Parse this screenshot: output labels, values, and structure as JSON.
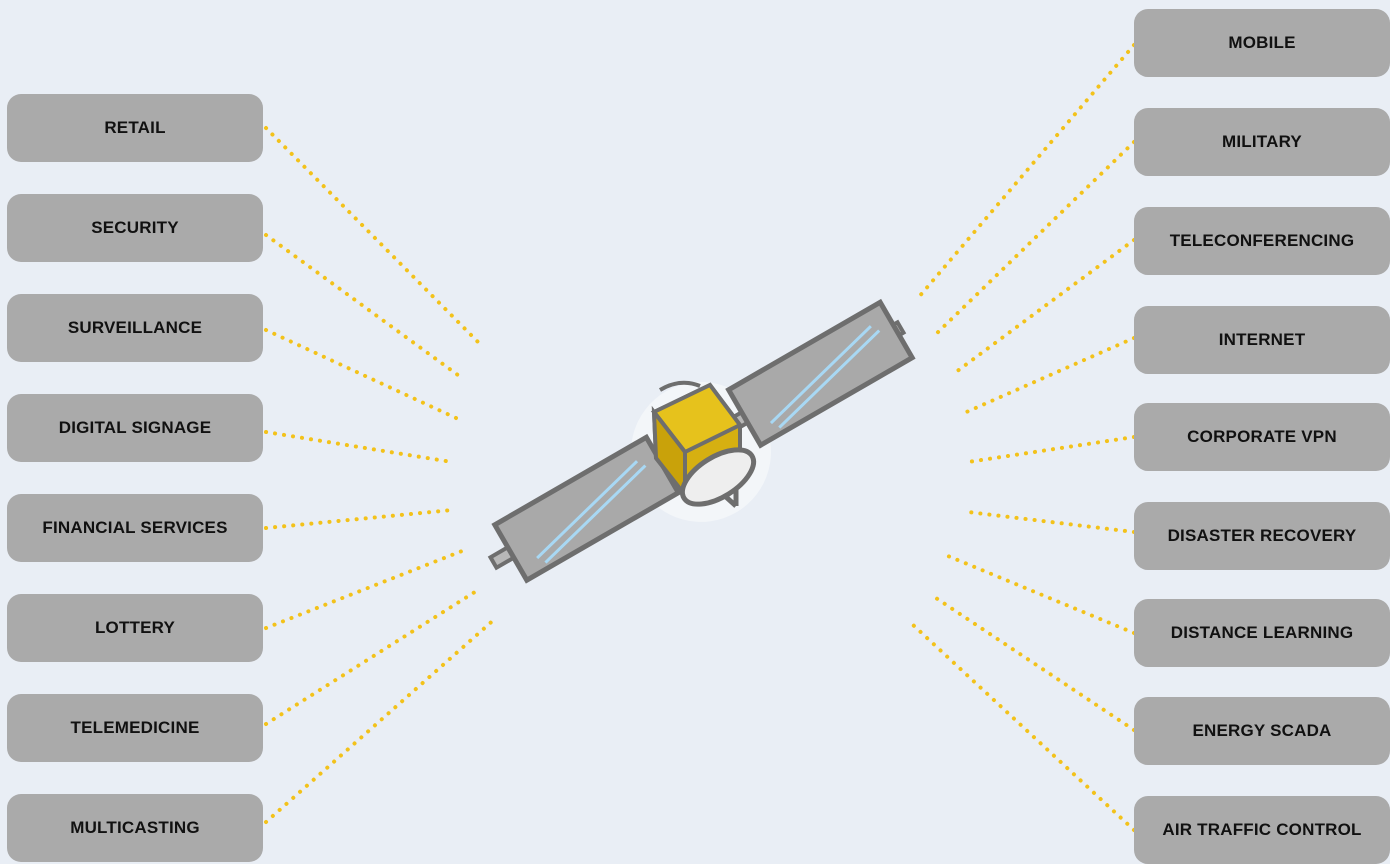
{
  "diagram": {
    "center_label": "",
    "left_items": [
      {
        "label": "RETAIL"
      },
      {
        "label": "SECURITY"
      },
      {
        "label": "SURVEILLANCE"
      },
      {
        "label": "DIGITAL SIGNAGE"
      },
      {
        "label": "FINANCIAL SERVICES"
      },
      {
        "label": "LOTTERY"
      },
      {
        "label": "TELEMEDICINE"
      },
      {
        "label": "MULTICASTING"
      }
    ],
    "right_items": [
      {
        "label": "MOBILE"
      },
      {
        "label": "MILITARY"
      },
      {
        "label": "TELECONFERENCING"
      },
      {
        "label": "INTERNET"
      },
      {
        "label": "CORPORATE VPN"
      },
      {
        "label": "DISASTER RECOVERY"
      },
      {
        "label": "DISTANCE LEARNING"
      },
      {
        "label": "ENERGY SCADA"
      },
      {
        "label": "AIR TRAFFIC CONTROL"
      }
    ],
    "colors": {
      "background": "#e9eef5",
      "pill": "#aaaaaa",
      "connector": "#f3c21a",
      "satellite_body": "#e0bd14",
      "panel": "#a9a9a9",
      "panel_stroke": "#6e6e6e",
      "panel_streak": "#a8d8f4"
    },
    "icons": [
      "satellite-icon",
      "solar-panel-icon",
      "dish-antenna-icon"
    ]
  }
}
